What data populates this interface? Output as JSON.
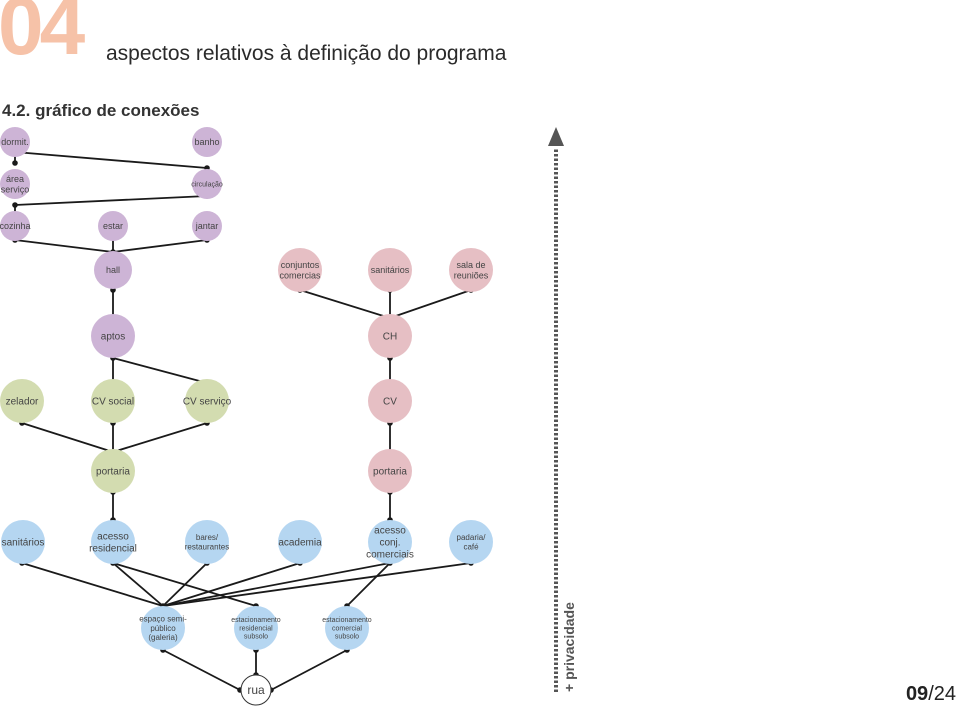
{
  "header": {
    "chapter_number": "04",
    "chapter_title": "aspectos relativos à definição do programa",
    "section_title": "4.2.  gráfico de conexões"
  },
  "colors": {
    "purple": "#cdb4d6",
    "pink": "#e6bfc4",
    "green": "#d3dcb0",
    "blue": "#b5d6f1",
    "line": "#1a1a1a",
    "axis": "#555555"
  },
  "nodes": {
    "dormit": {
      "label": [
        "dormit."
      ],
      "color": "purple"
    },
    "banho": {
      "label": [
        "banho"
      ],
      "color": "purple"
    },
    "area_servico": {
      "label": [
        "área",
        "serviço"
      ],
      "color": "purple"
    },
    "circulacao": {
      "label": [
        "circulação"
      ],
      "color": "purple"
    },
    "cozinha": {
      "label": [
        "cozinha"
      ],
      "color": "purple"
    },
    "estar": {
      "label": [
        "estar"
      ],
      "color": "purple"
    },
    "jantar": {
      "label": [
        "jantar"
      ],
      "color": "purple"
    },
    "hall": {
      "label": [
        "hall"
      ],
      "color": "purple"
    },
    "conjuntos_comerciais": {
      "label": [
        "conjuntos",
        "comercias"
      ],
      "color": "pink"
    },
    "sanitarios_top": {
      "label": [
        "sanitários"
      ],
      "color": "pink"
    },
    "sala_reunioes": {
      "label": [
        "sala de",
        "reuniões"
      ],
      "color": "pink"
    },
    "aptos": {
      "label": [
        "aptos"
      ],
      "color": "purple"
    },
    "ch": {
      "label": [
        "CH"
      ],
      "color": "pink"
    },
    "zelador": {
      "label": [
        "zelador"
      ],
      "color": "green"
    },
    "cv_social": {
      "label": [
        "CV social"
      ],
      "color": "green"
    },
    "cv_servico": {
      "label": [
        "CV serviço"
      ],
      "color": "green"
    },
    "cv": {
      "label": [
        "CV"
      ],
      "color": "pink"
    },
    "portaria_res": {
      "label": [
        "portaria"
      ],
      "color": "green"
    },
    "portaria_com": {
      "label": [
        "portaria"
      ],
      "color": "pink"
    },
    "sanitarios_bottom": {
      "label": [
        "sanitários"
      ],
      "color": "blue"
    },
    "acesso_residencial": {
      "label": [
        "acesso",
        "residencial"
      ],
      "color": "blue"
    },
    "bares": {
      "label": [
        "bares/",
        "restaurantes"
      ],
      "color": "blue"
    },
    "academia": {
      "label": [
        "academia"
      ],
      "color": "blue"
    },
    "acesso_comerciais": {
      "label": [
        "acesso",
        "conj.",
        "comerciais"
      ],
      "color": "blue"
    },
    "padaria": {
      "label": [
        "padaria/",
        "café"
      ],
      "color": "blue"
    },
    "espaco_semipublico": {
      "label": [
        "espaço semi-",
        "público",
        "(galeria)"
      ],
      "color": "blue"
    },
    "estac_residencial": {
      "label": [
        "estacionamento",
        "residencial",
        "subsolo"
      ],
      "color": "blue"
    },
    "estac_comercial": {
      "label": [
        "estacionamento",
        "comercial",
        "subsolo"
      ],
      "color": "blue"
    },
    "rua": {
      "label": [
        "rua"
      ],
      "color": "white"
    }
  },
  "axis": {
    "label": "+ privacidade"
  },
  "footer": {
    "page": "09",
    "total": "/24"
  }
}
